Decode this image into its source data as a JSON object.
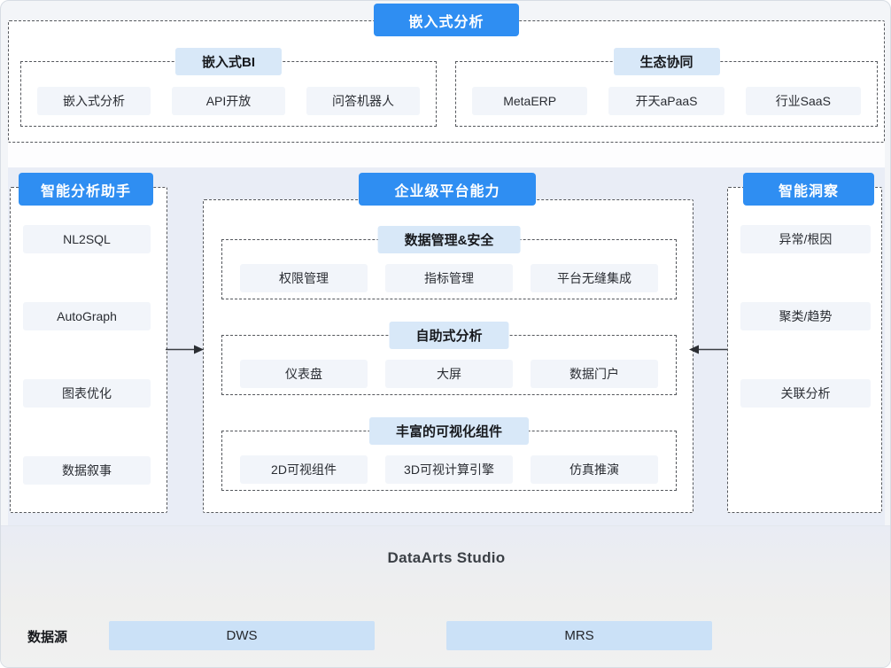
{
  "page": {
    "top_badge": "嵌入式分析"
  },
  "top_section": {
    "groups": [
      {
        "header": "嵌入式BI",
        "items": [
          "嵌入式分析",
          "API开放",
          "问答机器人"
        ]
      },
      {
        "header": "生态协同",
        "items": [
          "MetaERP",
          "开天aPaaS",
          "行业SaaS"
        ]
      }
    ]
  },
  "middle": {
    "left_column": {
      "title": "智能分析助手",
      "items": [
        "NL2SQL",
        "AutoGraph",
        "图表优化",
        "数据叙事"
      ]
    },
    "center": {
      "title": "企业级平台能力",
      "groups": [
        {
          "header": "数据管理&安全",
          "items": [
            "权限管理",
            "指标管理",
            "平台无缝集成"
          ]
        },
        {
          "header": "自助式分析",
          "items": [
            "仪表盘",
            "大屏",
            "数据门户"
          ]
        },
        {
          "header": "丰富的可视化组件",
          "items": [
            "2D可视组件",
            "3D可视计算引擎",
            "仿真推演"
          ]
        }
      ]
    },
    "right_column": {
      "title": "智能洞察",
      "items": [
        "异常/根因",
        "聚类/趋势",
        "关联分析"
      ]
    }
  },
  "bottom": {
    "platform_title": "DataArts Studio",
    "datasource_label": "数据源",
    "datasources": [
      "DWS",
      "MRS"
    ]
  },
  "colors": {
    "accent_blue": "#2f8ef2",
    "section_header_chip": "#d8e8f8",
    "item_chip": "#f2f5fa",
    "datasource_chip": "#cbe1f7",
    "dashed_border": "#54575c",
    "middle_background": "#e9edf6",
    "bottom_band": "#edeff3"
  }
}
